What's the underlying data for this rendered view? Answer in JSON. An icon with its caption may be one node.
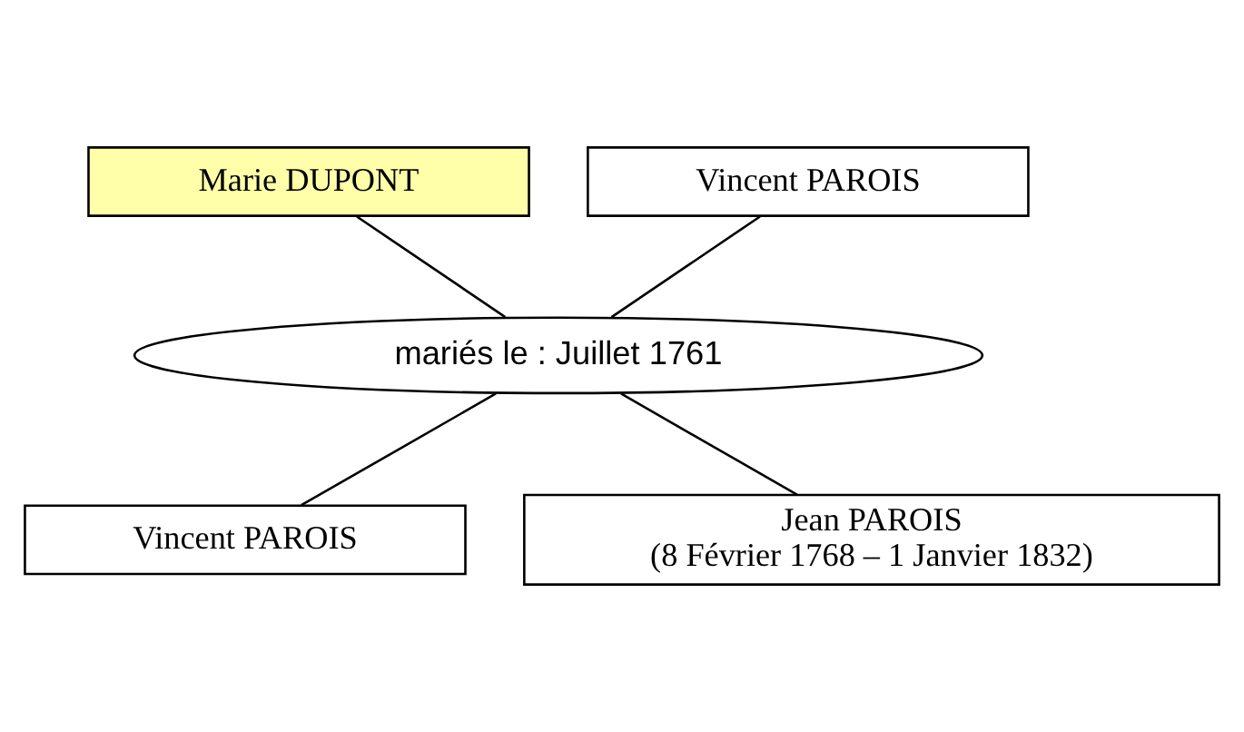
{
  "diagram": {
    "nodes": [
      {
        "text": [
          "Marie DUPONT"
        ]
      },
      {
        "text": [
          "Vincent PAROIS"
        ]
      },
      {
        "text": [
          "mariés le : Juillet 1761"
        ]
      },
      {
        "text": [
          "Vincent PAROIS"
        ]
      },
      {
        "text": [
          "Jean PAROIS",
          "(8 Février 1768 – 1 Janvier 1832)"
        ]
      }
    ],
    "edges": [
      {
        "from": 0,
        "to": 2,
        "arrow": "none"
      },
      {
        "from": 1,
        "to": 2,
        "arrow": "none"
      },
      {
        "from": 2,
        "to": 3,
        "arrow": "none"
      },
      {
        "from": 2,
        "to": 4,
        "arrow": "none"
      }
    ]
  }
}
